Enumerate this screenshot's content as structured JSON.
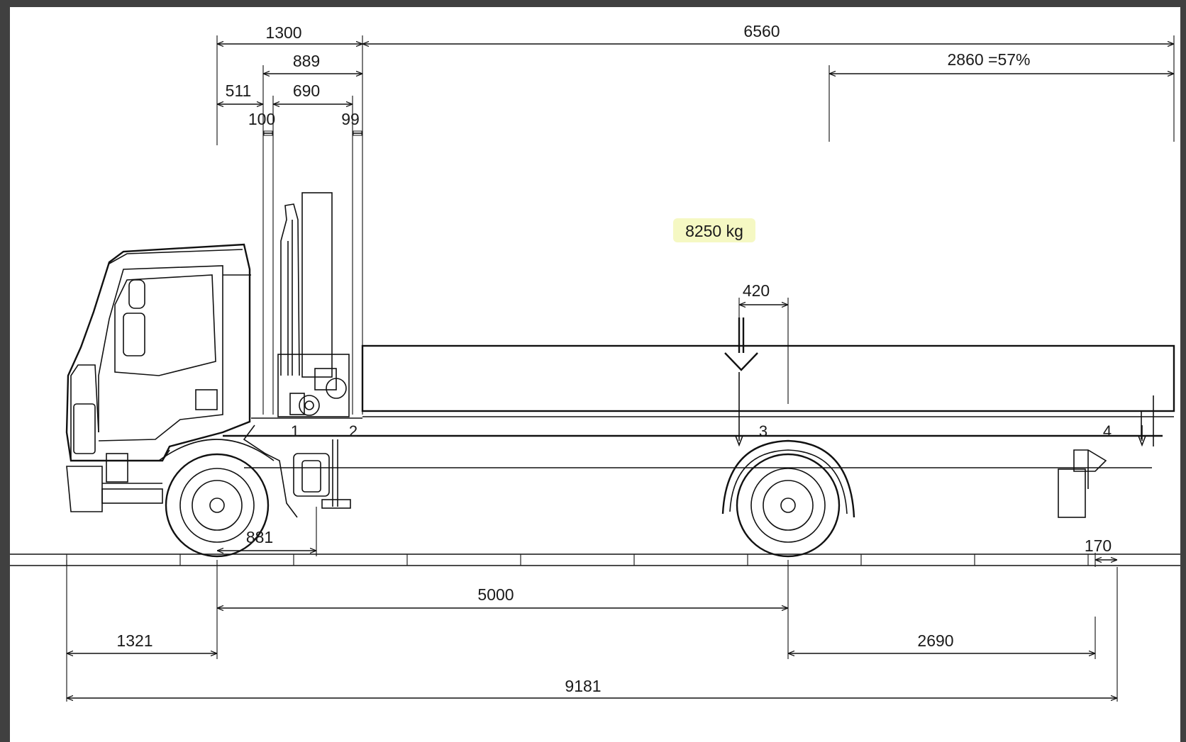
{
  "diagram": {
    "dimensions": {
      "d1300": "1300",
      "d6560": "6560",
      "d889": "889",
      "d2860": "2860 =57%",
      "d511": "511",
      "d690": "690",
      "d100": "100",
      "d99": "99",
      "d420": "420",
      "d881": "881",
      "d170": "170",
      "d5000": "5000",
      "d1321": "1321",
      "d2690": "2690",
      "d9181": "9181"
    },
    "load_label": "8250 kg",
    "points": {
      "p1": "1",
      "p2": "2",
      "p3": "3",
      "p4": "4"
    }
  }
}
